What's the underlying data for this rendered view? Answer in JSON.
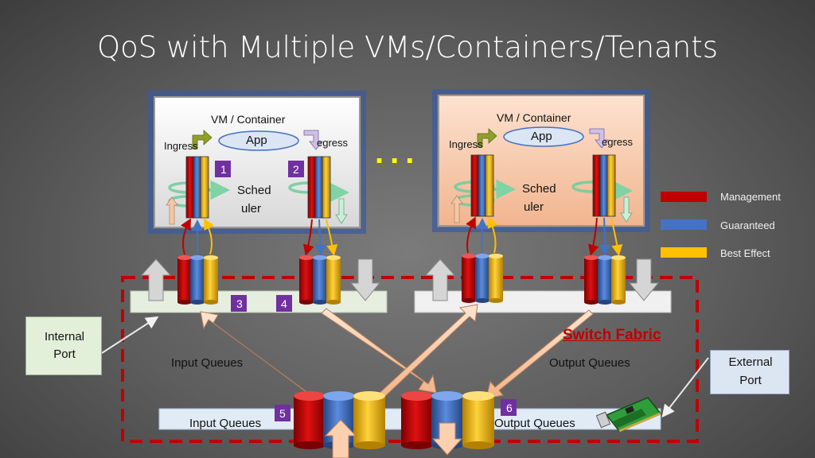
{
  "title": "QoS with Multiple VMs/Containers/Tenants",
  "vm": {
    "label": "VM / Container",
    "app": "App",
    "ingress": "Ingress",
    "egress": "egress",
    "scheduler_line1": "Sched",
    "scheduler_line2": "uler"
  },
  "ellipsis": "...",
  "markers": [
    "1",
    "2",
    "3",
    "4",
    "5",
    "6"
  ],
  "switch_fabric": "Switch Fabric",
  "input_queues": "Input Queues",
  "output_queues": "Output Queues",
  "internal_port": {
    "line1": "Internal",
    "line2": "Port"
  },
  "external_port": {
    "line1": "External",
    "line2": "Port"
  },
  "legend": [
    {
      "label": "Management",
      "color": "#c00000"
    },
    {
      "label": "Guaranteed",
      "color": "#4472c4"
    },
    {
      "label": "Best Effect",
      "color": "#ffc000"
    }
  ],
  "colors": {
    "management": "#c00000",
    "guaranteed": "#4472c4",
    "best_effort": "#ffc000",
    "switch_fabric": "#c00000",
    "marker": "#7030a0"
  }
}
